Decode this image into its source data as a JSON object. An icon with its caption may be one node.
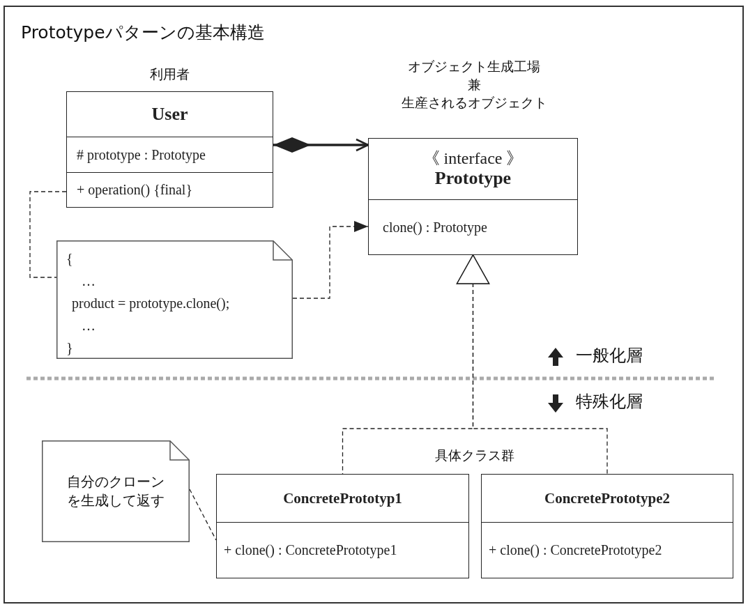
{
  "diagram": {
    "title": "Prototypeパターンの基本構造",
    "nodes": [
      {
        "text": [
          "User",
          "# prototype : Prototype",
          "+ operation() {final}"
        ],
        "beside": [
          "利用者"
        ]
      },
      {
        "text": [
          "《 interface 》",
          "Prototype",
          "clone() : Prototype"
        ],
        "beside": [
          "オブジェクト生成工場",
          "兼",
          "生産されるオブジェクト"
        ]
      },
      {
        "text": [
          "{",
          "…",
          "product = prototype.clone();",
          "…",
          "}"
        ]
      },
      {
        "text": [
          "ConcretePrototyp1",
          "+ clone() : ConcretePrototype1"
        ]
      },
      {
        "text": [
          "ConcretePrototype2",
          "+ clone() : ConcretePrototype2"
        ]
      },
      {
        "text": [
          "自分のクローンを生成して返す"
        ]
      }
    ],
    "edges": [
      {
        "from": 0,
        "to": 1,
        "arrow": "to",
        "style": "thick"
      },
      {
        "from": 0,
        "to": 2,
        "arrow": "none",
        "style": "dashed"
      },
      {
        "from": 2,
        "to": 1,
        "arrow": "to",
        "style": "dashed"
      },
      {
        "from": 3,
        "to": 1,
        "arrow": "to",
        "style": "dashed"
      },
      {
        "from": 4,
        "to": 1,
        "arrow": "to",
        "style": "dashed"
      },
      {
        "from": 5,
        "to": 3,
        "arrow": "none",
        "style": "dashed"
      }
    ],
    "labels": [
      "一般化層",
      "特殊化層",
      "具体クラス群"
    ]
  }
}
